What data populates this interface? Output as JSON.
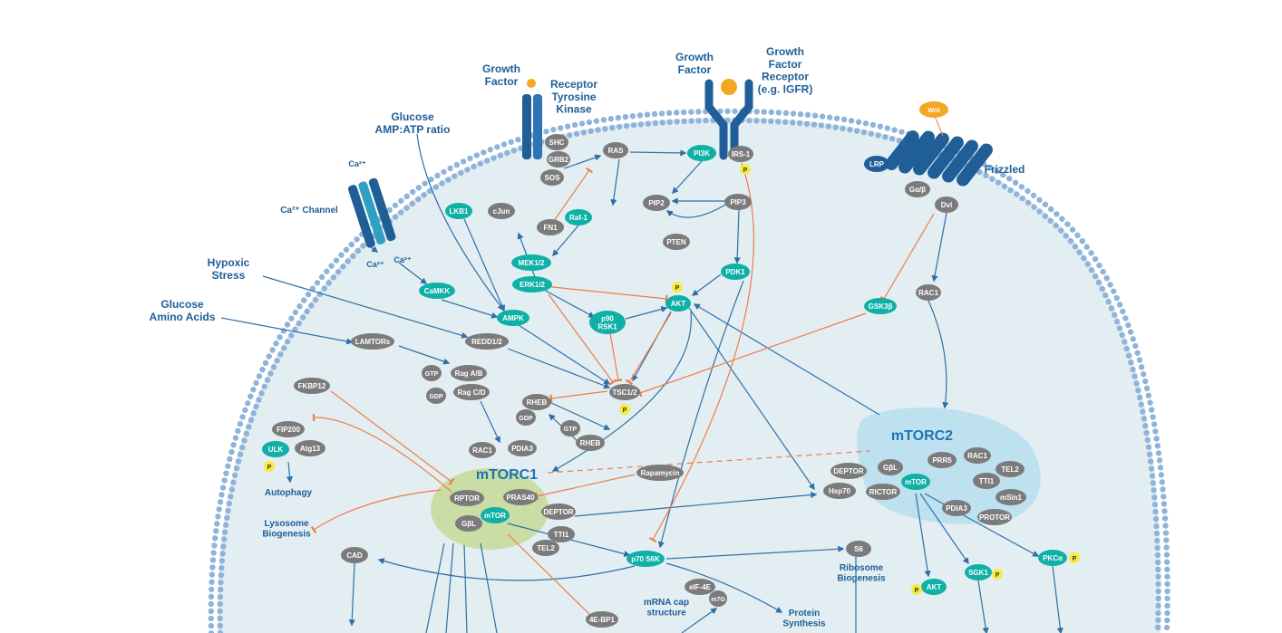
{
  "colors": {
    "membrane_bead": "#8fb3d9",
    "cytoplasm": "#e3eef2",
    "node_gray": "#7b7b7b",
    "node_teal": "#0fb0a6",
    "phospho": "#f6ec3f",
    "activation": "#2f6fa8",
    "inhibition": "#f07a4a",
    "label_text": "#1f5e96",
    "mtorc1_blob": "#c6d996",
    "mtorc2_blob": "#b7def0",
    "wnt": "#f5a623"
  },
  "labels": {
    "gf_left": [
      "Growth",
      "Factor"
    ],
    "rtk": [
      "Receptor",
      "Tyrosine",
      "Kinase"
    ],
    "gf_mid": [
      "Growth",
      "Factor"
    ],
    "gfr": [
      "Growth",
      "Factor",
      "Receptor",
      "(e.g. IGFR)"
    ],
    "glucose_amp": [
      "Glucose",
      "AMP:ATP ratio"
    ],
    "ca_top": "Ca²⁺",
    "ca_channel": "Ca²⁺ Channel",
    "ca_in1": "Ca²⁺",
    "ca_in2": "Ca²⁺",
    "hypoxic": [
      "Hypoxic",
      "Stress"
    ],
    "glucose_aa": [
      "Glucose",
      "Amino Acids"
    ],
    "frizzled": "Frizzled",
    "autophagy": "Autophagy",
    "lysosome": [
      "Lysosome",
      "Biogenesis"
    ],
    "ribosome": [
      "Ribosome",
      "Biogenesis"
    ],
    "mrna_cap": [
      "mRNA cap",
      "structure"
    ],
    "protein_synth": [
      "Protein",
      "Synthesis"
    ],
    "mtorc1": "mTORC1",
    "mtorc2": "mTORC2",
    "wnt": "Wnt",
    "phospho": "P"
  },
  "nodes": {
    "shc": "SHC",
    "grb2": "GRB2",
    "sos": "SOS",
    "ras": "RAS",
    "pi3k": "PI3K",
    "irs1": "IRS-1",
    "pip2": "PIP2",
    "pip3": "PIP3",
    "pten": "PTEN",
    "pdk1": "PDK1",
    "akt": "AKT",
    "lkb1": "LKB1",
    "cjun": "cJun",
    "fn1": "FN1",
    "raf1": "Raf-1",
    "mek12": "MEK1/2",
    "erk12": "ERK1/2",
    "p90rsk1": [
      "p90",
      "RSK1"
    ],
    "camkk": "CaMKK",
    "ampk": "AMPK",
    "lamtor": "LAMTORs",
    "redd12": "REDD1/2",
    "gtp1": "GTP",
    "ragab": "Rag A/B",
    "gdp1": "GDP",
    "ragcd": "Rag C/D",
    "tsc12": "TSC1/2",
    "fkbp12": "FKBP12",
    "rheb1": "RHEB",
    "gdp2": "GDP",
    "gtp2": "GTP",
    "rheb2": "RHEB",
    "fip200": "FIP200",
    "ulk": "ULK",
    "atg13": "Atg13",
    "rac1a": "RAC1",
    "pdia3a": "PDIA3",
    "rptor": "RPTOR",
    "pras40": "PRAS40",
    "mtor1": "mTOR",
    "gbl1": "GβL",
    "deptor1": "DEPTOR",
    "tti1a": "TTI1",
    "tel2a": "TEL2",
    "rapamycin": "Rapamycin",
    "cad": "CAD",
    "p70s6k": "p70 S6K",
    "s6": "S6",
    "eif4e": "eIF-4E",
    "m7g": "m7G",
    "ebp1": "4E-BP1",
    "lrp": "LRP",
    "gab": "Gα/β",
    "dvl": "Dvl",
    "gsk3b": "GSK3β",
    "rac1b": "RAC1",
    "deptor2": "DEPTOR",
    "hsp70": "Hsp70",
    "gbl2": "GβL",
    "prr5": "PRR5",
    "rac1c": "RAC1",
    "tel2b": "TEL2",
    "tti1b": "TTI1",
    "rictor": "RICTOR",
    "mtor2": "mTOR",
    "pdia3b": "PDIA3",
    "msin1": "mSin1",
    "protor": "PROTOR",
    "akt2": "AKT",
    "sgk1": "SGK1",
    "pkca": "PKCα"
  }
}
